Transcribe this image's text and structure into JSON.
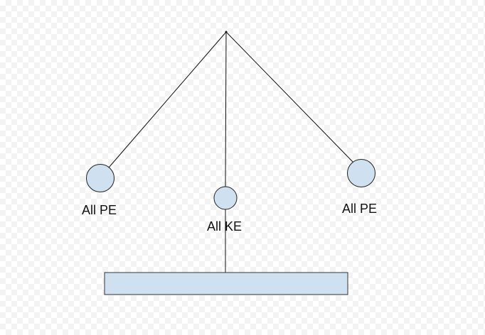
{
  "labels": {
    "left_bob": "All PE",
    "middle_bob": "All KE",
    "right_bob": "All PE"
  },
  "colors": {
    "line": "#111111",
    "bob_fill": "#cfe0f1",
    "bob_stroke": "#222222",
    "platform_fill": "#cfe0f1",
    "platform_stroke": "#333333"
  }
}
